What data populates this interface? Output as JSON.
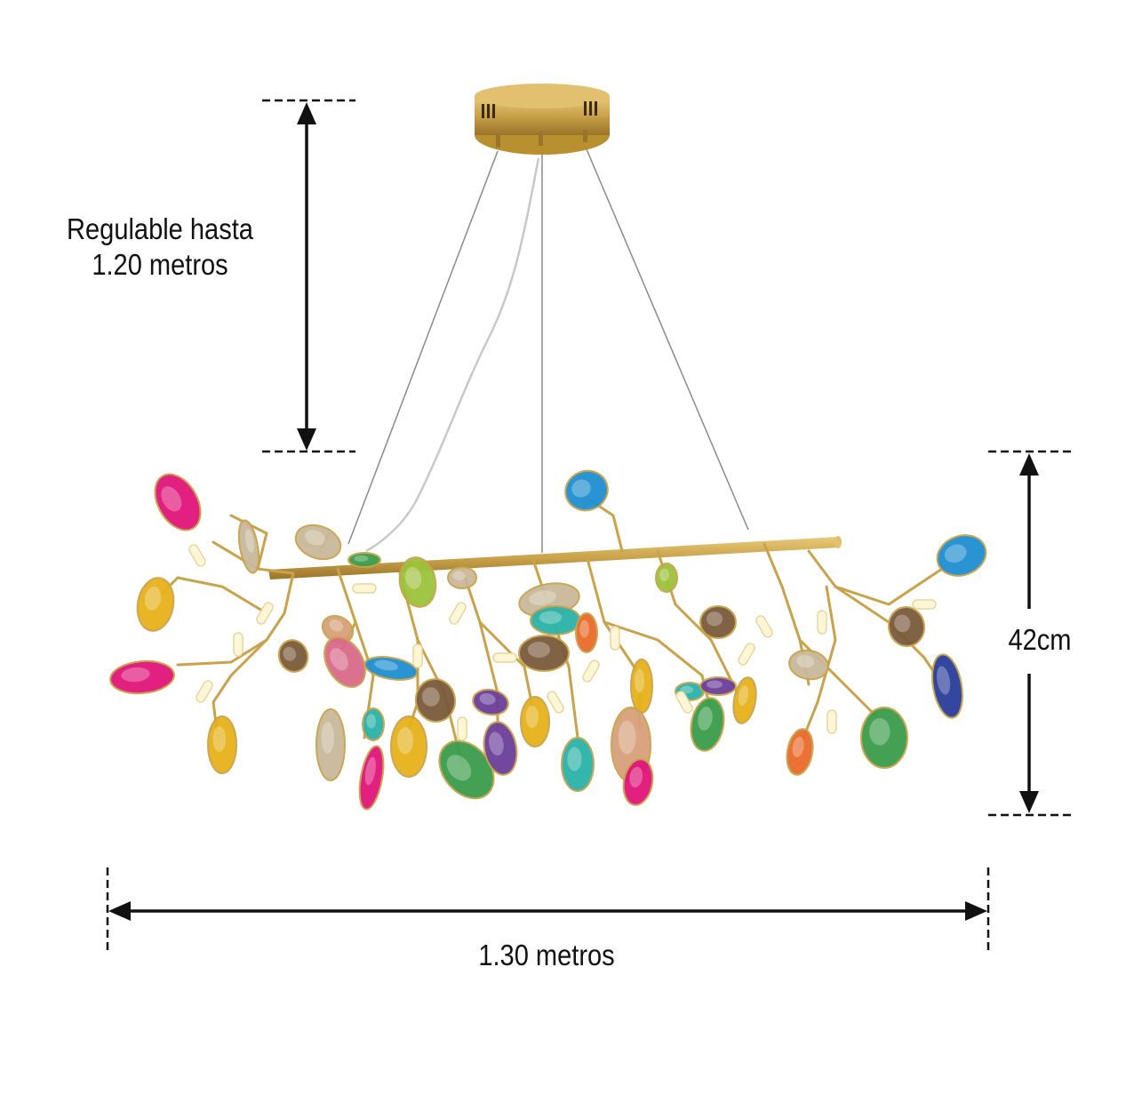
{
  "annotations": {
    "adjustable_height_line1": "Regulable hasta",
    "adjustable_height_line2": "1.20 metros",
    "drop_height": "42cm",
    "width": "1.30 metros"
  },
  "colors": {
    "line": "#111111",
    "gold": "#c9a24a",
    "gold_dark": "#9a7428",
    "wire": "#8a8a8a",
    "leaves": [
      "#e0157a",
      "#1f8fd0",
      "#e6b21a",
      "#3a9d4a",
      "#6b3f9a",
      "#d8a07a",
      "#2ab3a8",
      "#c9b89a",
      "#7a5a3a",
      "#2a3e9a",
      "#e86b2a",
      "#9cc23a",
      "#d96a8a"
    ]
  }
}
